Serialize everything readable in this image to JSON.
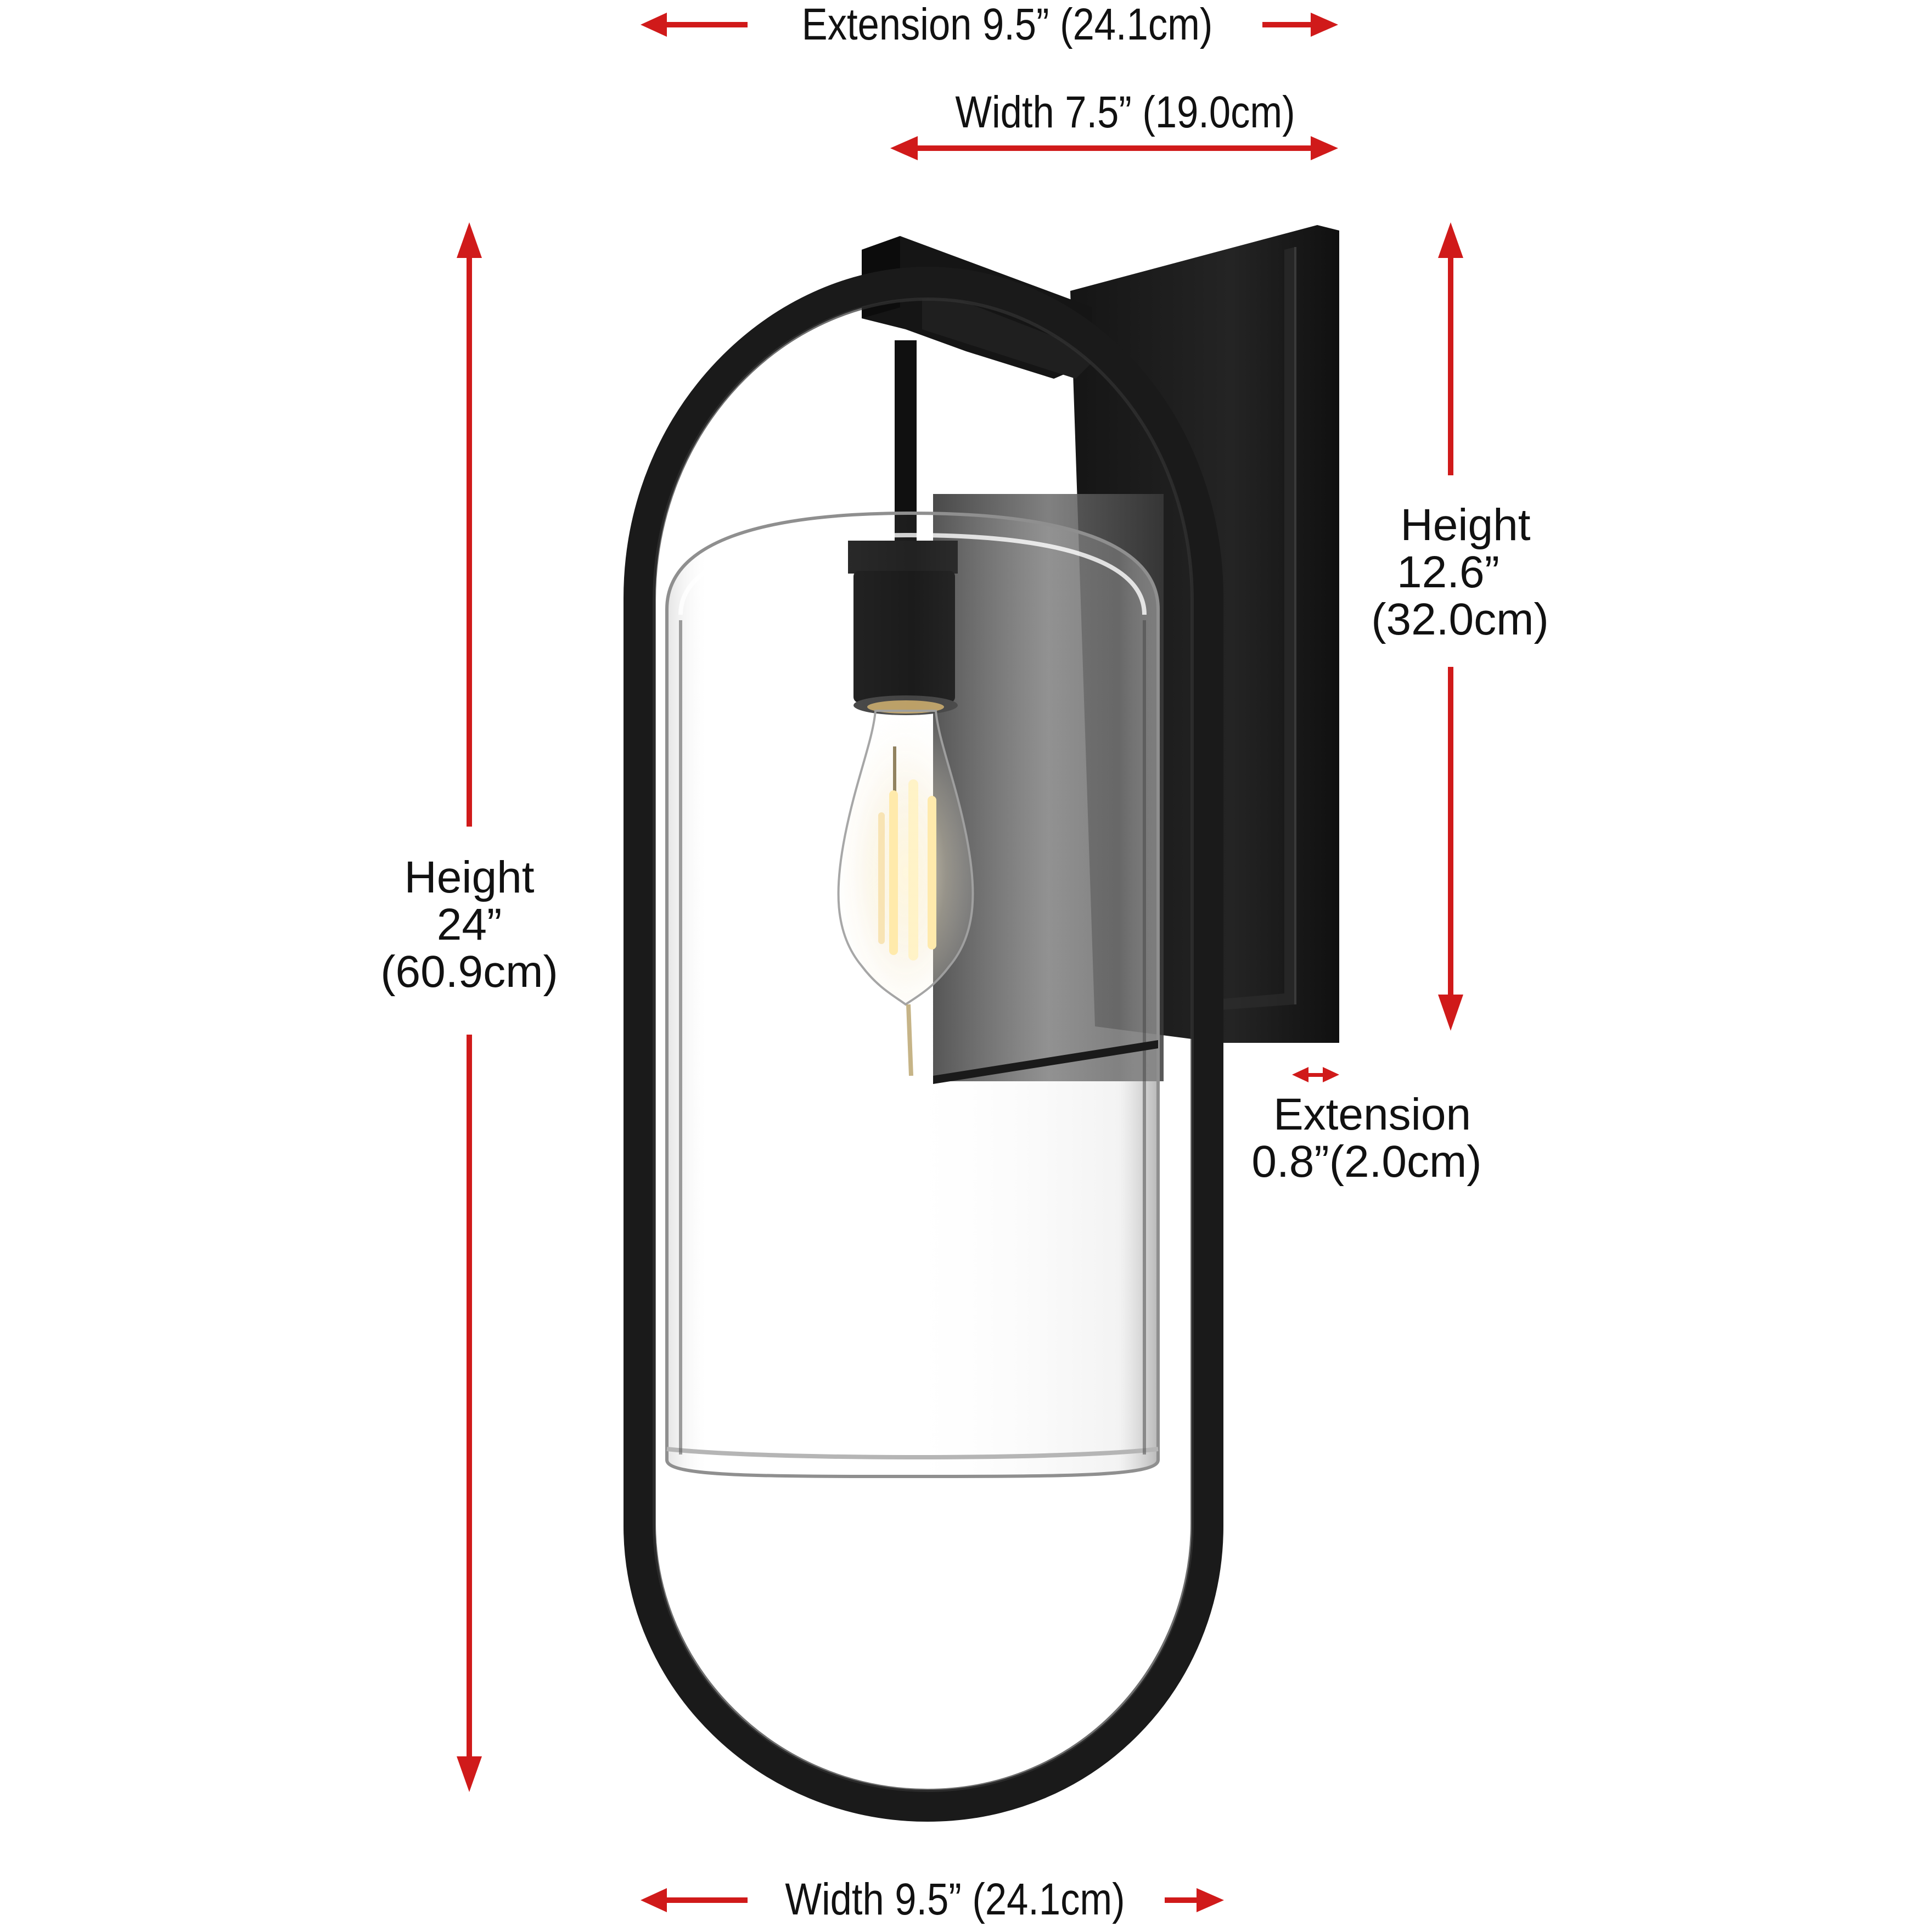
{
  "colors": {
    "arrow": "#d01a1a",
    "fixture": "#1c1c1c",
    "text": "#111111",
    "background": "#ffffff"
  },
  "dimensions": {
    "overall_extension": {
      "label": "Extension 9.5” (24.1cm)",
      "value_in": 9.5,
      "value_cm": 24.1
    },
    "backplate_width": {
      "label": "Width 7.5” (19.0cm)",
      "value_in": 7.5,
      "value_cm": 19.0
    },
    "overall_height": {
      "line1": "Height",
      "line2": "24”",
      "line3": "(60.9cm)",
      "value_in": 24,
      "value_cm": 60.9
    },
    "backplate_height": {
      "line1": "Height",
      "line2": "12.6”",
      "line3": "(32.0cm)",
      "value_in": 12.6,
      "value_cm": 32.0
    },
    "backplate_extension": {
      "line1": "Extension",
      "line2": "0.8”(2.0cm)",
      "value_in": 0.8,
      "value_cm": 2.0
    },
    "overall_width": {
      "label": "Width 9.5” (24.1cm)",
      "value_in": 9.5,
      "value_cm": 24.1
    }
  },
  "product": {
    "type": "wall-sconce",
    "finish": "matte black",
    "shade": "clear glass cylinder",
    "bulb": "edison filament bulb"
  }
}
